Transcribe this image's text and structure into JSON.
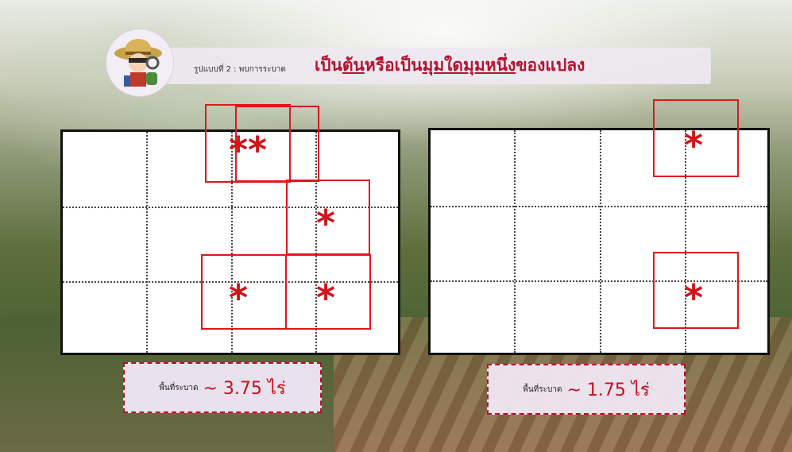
{
  "title": {
    "prefix": "รูปแบบที่ 2 : พบการระบาด",
    "part1": "เป็น",
    "part2": "ต้น",
    "part3": "หรือเป็น",
    "part4": "มุมใดมุมหนึ่ง",
    "part5": "ของแปลง"
  },
  "left_field": {
    "marks": [
      "**",
      "*",
      "*",
      "*"
    ],
    "area_label": "พื้นที่ระบาด",
    "area_value": "~ 3.75 ไร่"
  },
  "right_field": {
    "marks": [
      "*",
      "*"
    ],
    "area_label": "พื้นที่ระบาด",
    "area_value": "~ 1.75 ไร่"
  },
  "colors": {
    "accent": "#b3122e",
    "box": "#e0161c"
  },
  "icons": {
    "avatar": "farmer-with-magnifier-icon"
  }
}
